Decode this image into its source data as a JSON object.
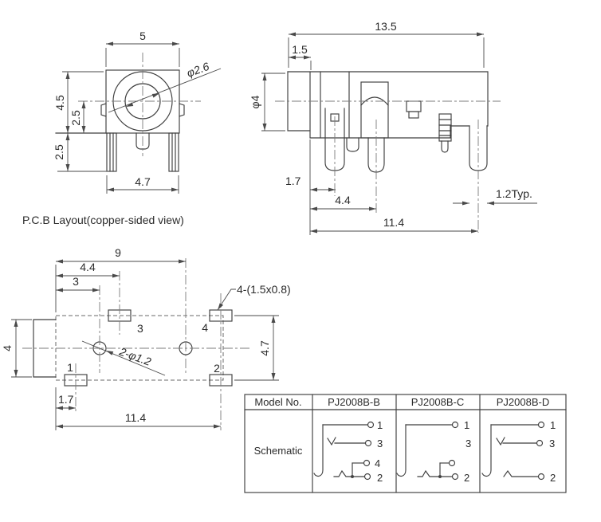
{
  "caption": "P.C.B Layout(copper-sided view)",
  "front_view": {
    "dim_width_top": "5",
    "dim_hole_dia": "φ2.6",
    "dim_height_total": "4.5",
    "dim_height_center": "2.5",
    "dim_legs": "2.5",
    "dim_width_bottom": "4.7"
  },
  "side_view": {
    "dim_total_width": "13.5",
    "dim_lip": "1.5",
    "dim_barrel_dia": "φ4",
    "dim_pin1_offset": "1.7",
    "dim_pin_pitch": "4.4",
    "dim_pin_width": "1.2Typ.",
    "dim_pin_span": "11.4"
  },
  "pcb_view": {
    "dim_9": "9",
    "dim_44": "4.4",
    "dim_3": "3",
    "dim_4": "4",
    "dim_47": "4.7",
    "dim_17": "1.7",
    "dim_114": "11.4",
    "holes_label": "2-φ1.2",
    "pads_label": "4-(1.5x0.8)",
    "pad1": "1",
    "pad2": "2",
    "pad3": "3",
    "pad4": "4"
  },
  "table": {
    "headers": [
      "Model No.",
      "PJ2008B-B",
      "PJ2008B-C",
      "PJ2008B-D"
    ],
    "row_label": "Schematic",
    "schematic_b": {
      "p1": "1",
      "p3": "3",
      "p4": "4",
      "p2": "2"
    },
    "schematic_c": {
      "p1": "1",
      "p3": "3",
      "p2": "2"
    },
    "schematic_d": {
      "p1": "1",
      "p3": "3",
      "p2": "2"
    }
  },
  "colors": {
    "line": "#3f3f3f",
    "dim": "#4a4a4a",
    "text": "#2b2b2b",
    "background": "#ffffff"
  }
}
